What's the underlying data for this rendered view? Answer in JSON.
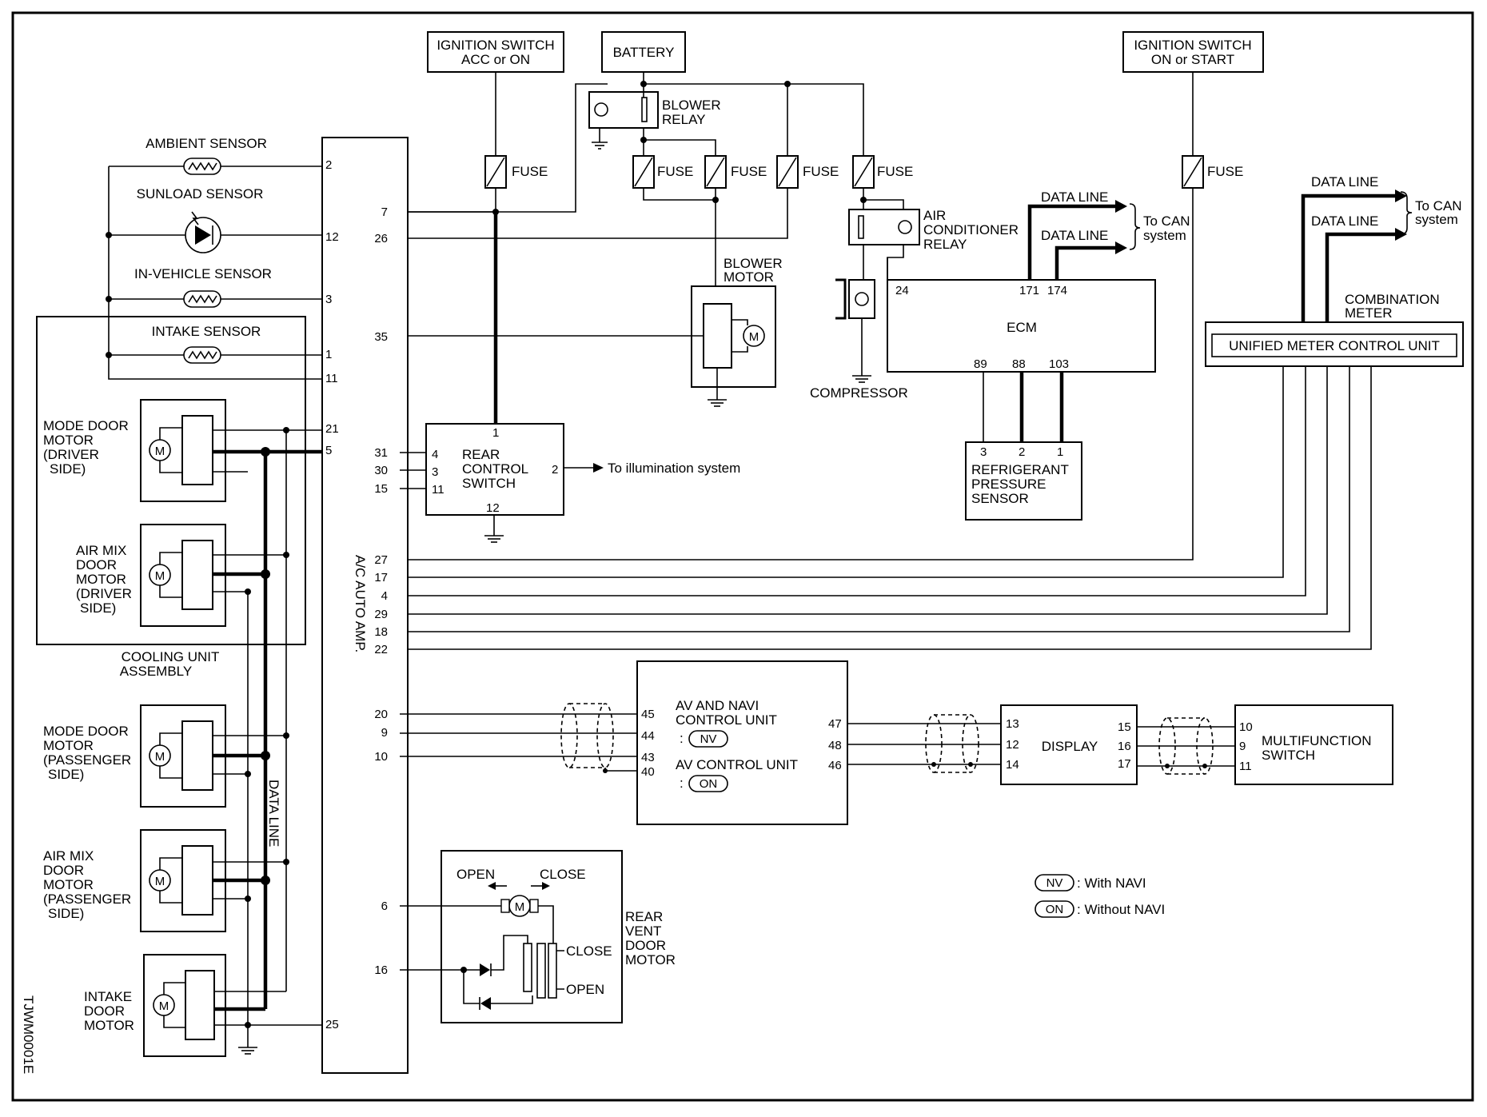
{
  "diagram": {
    "code": "TJWM0001E",
    "sources": {
      "ign_acc": [
        "IGNITION SWITCH",
        "ACC or ON"
      ],
      "battery": "BATTERY",
      "ign_on": [
        "IGNITION SWITCH",
        "ON or START"
      ]
    },
    "fuse": "FUSE",
    "blower_relay": [
      "BLOWER",
      "RELAY"
    ],
    "blower_motor": [
      "BLOWER",
      "MOTOR"
    ],
    "ac_relay": [
      "AIR",
      "CONDITIONER",
      "RELAY"
    ],
    "compressor": "COMPRESSOR",
    "data_line": "DATA LINE",
    "to_can": [
      "To CAN",
      "system"
    ],
    "ecm": {
      "name": "ECM",
      "pins_top": [
        "24",
        "171",
        "174"
      ],
      "pins_bottom": [
        "89",
        "88",
        "103"
      ]
    },
    "refrigerant_sensor": {
      "name": [
        "REFRIGERANT",
        "PRESSURE",
        "SENSOR"
      ],
      "pins": [
        "3",
        "2",
        "1"
      ]
    },
    "combination_meter": [
      "COMBINATION",
      "METER"
    ],
    "unified_meter": "UNIFIED METER CONTROL UNIT",
    "amp": "A/C AUTO AMP.",
    "sensors": {
      "ambient": "AMBIENT SENSOR",
      "sunload": "SUNLOAD SENSOR",
      "in_vehicle": "IN-VEHICLE SENSOR",
      "intake": "INTAKE SENSOR"
    },
    "motors": {
      "mode_driver": [
        "MODE DOOR",
        "MOTOR",
        "(DRIVER",
        "SIDE)"
      ],
      "airmix_driver": [
        "AIR MIX",
        "DOOR",
        "MOTOR",
        "(DRIVER",
        "SIDE)"
      ],
      "mode_pass": [
        "MODE DOOR",
        "MOTOR",
        "(PASSENGER",
        "SIDE)"
      ],
      "airmix_pass": [
        "AIR MIX",
        "DOOR",
        "MOTOR",
        "(PASSENGER",
        "SIDE)"
      ],
      "intake_door": [
        "INTAKE",
        "DOOR",
        "MOTOR"
      ],
      "motor_symbol": "M"
    },
    "cooling_unit": [
      "COOLING UNIT",
      "ASSEMBLY"
    ],
    "rear_control": {
      "name": [
        "REAR",
        "CONTROL",
        "SWITCH"
      ],
      "pins": [
        "1",
        "4",
        "3",
        "11",
        "2",
        "12"
      ],
      "illumination": "To illumination system"
    },
    "amp_pins": [
      "2",
      "12",
      "3",
      "1",
      "11",
      "21",
      "5",
      "25",
      "7",
      "26",
      "35",
      "31",
      "30",
      "15",
      "27",
      "17",
      "4",
      "29",
      "18",
      "22",
      "20",
      "9",
      "10",
      "6",
      "16"
    ],
    "av_unit": {
      "line1": [
        "AV AND NAVI",
        "CONTROL UNIT"
      ],
      "nv_tag": "NV",
      "line2": "AV CONTROL UNIT",
      "on_tag": "ON",
      "colon": ":",
      "pins_left": [
        "45",
        "44",
        "43",
        "40"
      ],
      "pins_right": [
        "47",
        "48",
        "46"
      ]
    },
    "display": {
      "name": "DISPLAY",
      "pins_left": [
        "13",
        "12",
        "14"
      ],
      "pins_right": [
        "15",
        "16",
        "17"
      ]
    },
    "multifunction": {
      "name": [
        "MULTIFUNCTION",
        "SWITCH"
      ],
      "pins": [
        "10",
        "9",
        "11"
      ]
    },
    "rear_vent": {
      "name": [
        "REAR",
        "VENT",
        "DOOR",
        "MOTOR"
      ],
      "open": "OPEN",
      "close": "CLOSE"
    },
    "legend": [
      {
        "tag": "NV",
        "text": ": With NAVI"
      },
      {
        "tag": "ON",
        "text": ": Without NAVI"
      }
    ]
  }
}
